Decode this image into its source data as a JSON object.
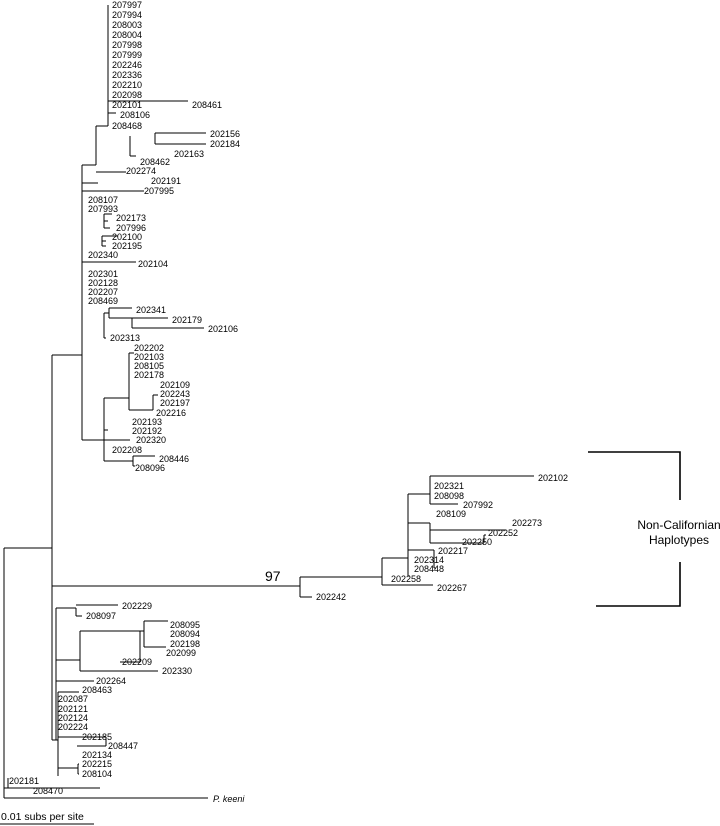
{
  "tree": {
    "labels": {
      "L01": "207997",
      "L02": "207994",
      "L03": "208003",
      "L04": "208004",
      "L05": "207998",
      "L06": "207999",
      "L07": "202246",
      "L08": "202336",
      "L09": "202210",
      "L10": "202098",
      "L11": "202101",
      "L12": "208461",
      "L13": "208106",
      "L14": "208468",
      "L15": "202156",
      "L16": "202184",
      "L17": "202163",
      "L18": "208462",
      "L19": "202274",
      "L20": "202191",
      "L21": "207995",
      "L22": "208107",
      "L23": "207993",
      "L24": "202173",
      "L25": "207996",
      "L26": "202100",
      "L27": "202195",
      "L28": "202340",
      "L29": "202104",
      "L30": "202301",
      "L31": "202128",
      "L32": "202207",
      "L33": "208469",
      "L34": "202341",
      "L35": "202179",
      "L36": "202106",
      "L37": "202313",
      "L38": "202202",
      "L39": "202103",
      "L40": "208105",
      "L41": "202178",
      "L42": "202109",
      "L43": "202243",
      "L44": "202197",
      "L45": "202216",
      "L46": "202193",
      "L47": "202192",
      "L48": "202320",
      "L49": "202208",
      "L50": "208446",
      "L51": "208096",
      "N01": "202102",
      "N02": "202321",
      "N03": "208098",
      "N04": "207992",
      "N05": "208109",
      "N06": "202273",
      "N07": "202252",
      "N08": "202250",
      "N09": "202217",
      "N10": "202314",
      "N11": "208448",
      "N12": "202258",
      "N13": "202267",
      "N14": "202242",
      "B01": "202229",
      "B02": "208097",
      "B03": "208095",
      "B04": "208094",
      "B05": "202198",
      "B06": "202099",
      "B07": "202209",
      "B08": "202330",
      "B09": "202264",
      "B10": "208463",
      "B11": "202087",
      "B12": "202121",
      "B13": "202124",
      "B14": "202224",
      "B15": "202185",
      "B16": "208447",
      "B17": "202134",
      "B18": "202215",
      "B19": "208104",
      "R01": "202181",
      "R02": "208470",
      "R03": "P. keeni"
    },
    "bootstrap": "97",
    "annotation": [
      "Non-Californian",
      "Haplotypes"
    ],
    "scale_bar": "0.01 subs per site"
  }
}
